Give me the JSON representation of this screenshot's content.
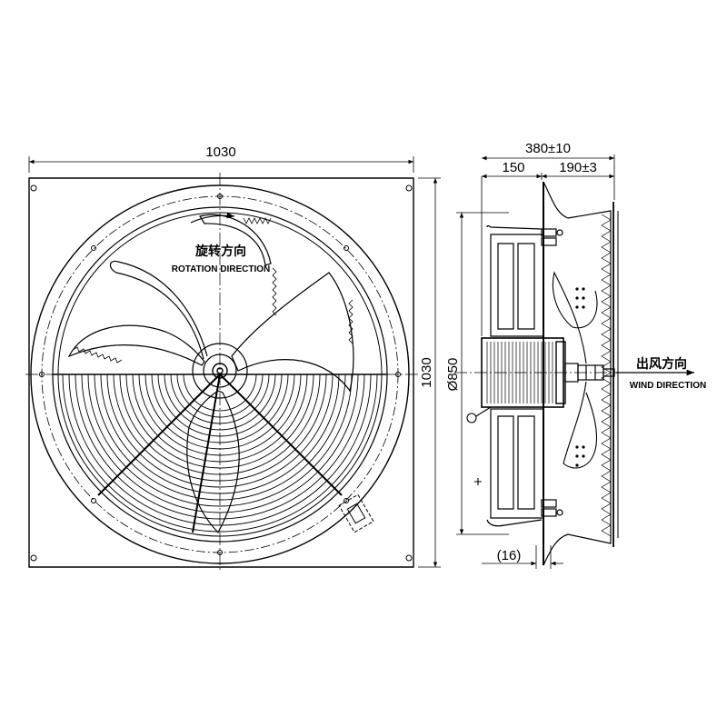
{
  "front_view": {
    "width_dim": "1030",
    "height_dim": "1030",
    "rotation_label_cn": "旋转方向",
    "rotation_label_en": "ROTATION DIRECTION"
  },
  "side_view": {
    "overall_depth_dim": "380±10",
    "motor_depth_dim": "150",
    "guard_depth_dim": "190±3",
    "diameter_dim": "Ø850",
    "flange_dim": "(16)",
    "wind_label_cn": "出风方向",
    "wind_label_en": "WIND DIRECTION"
  },
  "colors": {
    "line": "#000000",
    "background": "#ffffff"
  }
}
